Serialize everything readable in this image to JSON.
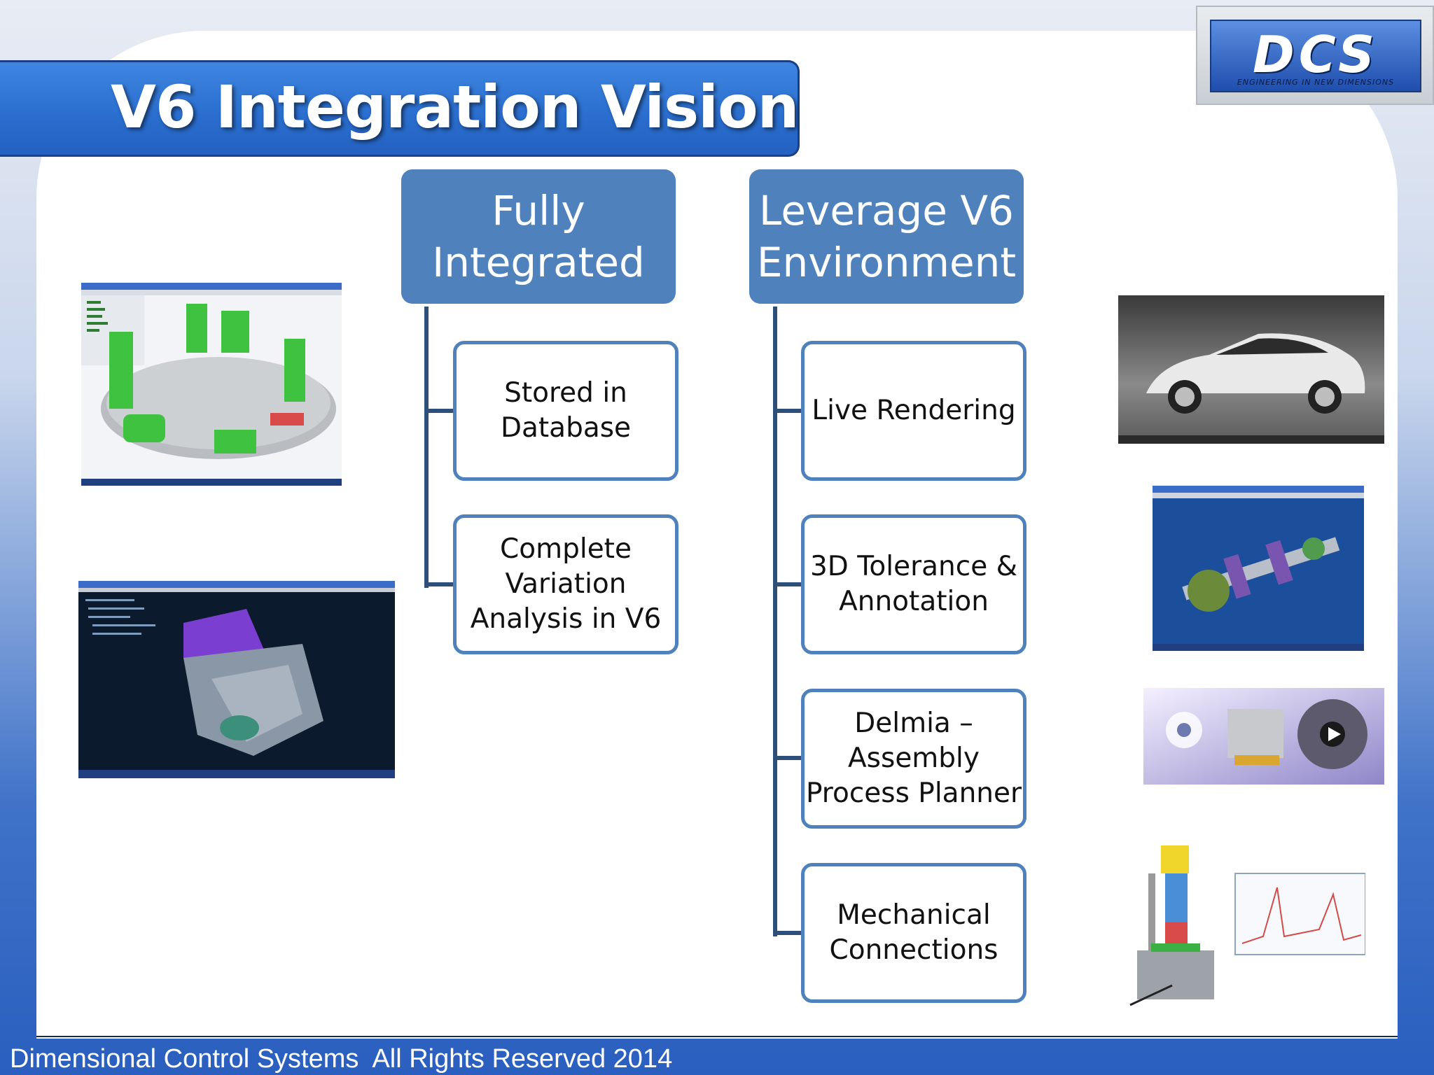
{
  "slide": {
    "title": "V6 Integration Vision",
    "logo": {
      "word": "DCS",
      "tagline": "ENGINEERING IN NEW DIMENSIONS"
    },
    "footer": "Dimensional Control Systems  All Rights Reserved 2014"
  },
  "left_column": {
    "header": "Fully\nIntegrated",
    "items": [
      "Stored in\nDatabase",
      "Complete\nVariation\nAnalysis in V6"
    ]
  },
  "right_column": {
    "header": "Leverage V6\nEnvironment",
    "items": [
      "Live Rendering",
      "3D Tolerance &\nAnnotation",
      "Delmia –\nAssembly\nProcess Planner",
      "Mechanical\nConnections"
    ]
  },
  "colors": {
    "header_fill": "#4f81bd",
    "item_border": "#4f81bd",
    "connector": "#2e4f7a",
    "title_bar": "#2b6fd0"
  }
}
